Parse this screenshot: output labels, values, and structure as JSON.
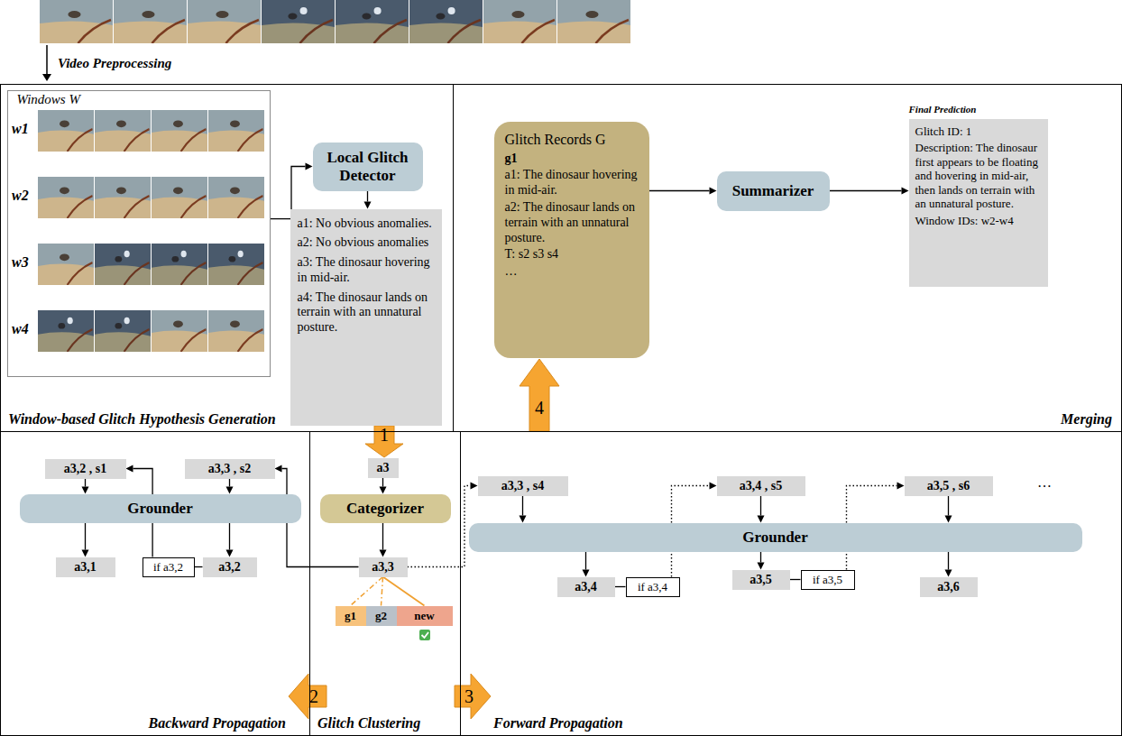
{
  "diagram": {
    "nodes": [
      {
        "text": [
          "Window-based Glitch Hypothesis Generation"
        ]
      },
      {
        "text": [
          "Windows W"
        ],
        "in": 0
      },
      {
        "text": [
          "Local Glitch Detector"
        ],
        "in": 0
      },
      {
        "text": [
          "a1: No obvious anomalies.",
          "a2: No obvious anomalies",
          "a3: The dinosaur hovering in mid-air.",
          "a4: The dinosaur lands on terrain with an unnatural posture."
        ],
        "in": 0
      },
      {
        "text": [
          "Merging"
        ]
      },
      {
        "text": [
          "Glitch Records G",
          "g1",
          "a1: The dinosaur hovering in mid-air.",
          "a2: The dinosaur lands on terrain with an unnatural posture.",
          "T: s2 s3 s4",
          "…"
        ],
        "in": 4
      },
      {
        "text": [
          "Summarizer"
        ],
        "in": 4
      },
      {
        "text": [
          "Final Prediction",
          "Glitch ID: 1",
          "Description: The dinosaur first appears to be floating and hovering in mid-air, then lands on terrain with an unnatural posture.",
          "Window IDs: w2-w4"
        ],
        "in": 4
      },
      {
        "text": [
          "Backward Propagation"
        ]
      },
      {
        "text": [
          "a3,2 , s1"
        ],
        "in": 8
      },
      {
        "text": [
          "a3,3 , s2"
        ],
        "in": 8
      },
      {
        "text": [
          "Grounder"
        ],
        "in": 8
      },
      {
        "text": [
          "a3,1"
        ],
        "in": 8
      },
      {
        "text": [
          "a3,2"
        ],
        "in": 8
      },
      {
        "text": [
          "if a3,2"
        ],
        "in": 8
      },
      {
        "text": [
          "Glitch Clustering"
        ]
      },
      {
        "text": [
          "a3"
        ],
        "in": 15
      },
      {
        "text": [
          "Categorizer"
        ],
        "in": 15
      },
      {
        "text": [
          "a3,3"
        ],
        "in": 15
      },
      {
        "text": [
          "g1"
        ],
        "in": 15
      },
      {
        "text": [
          "g2"
        ],
        "in": 15
      },
      {
        "text": [
          "new"
        ],
        "in": 15
      },
      {
        "text": [
          "Forward Propagation"
        ]
      },
      {
        "text": [
          "a3,3 , s4"
        ],
        "in": 22
      },
      {
        "text": [
          "a3,4 , s5"
        ],
        "in": 22
      },
      {
        "text": [
          "a3,5 , s6"
        ],
        "in": 22
      },
      {
        "text": [
          "Grounder"
        ],
        "in": 22
      },
      {
        "text": [
          "a3,4"
        ],
        "in": 22
      },
      {
        "text": [
          "if a3,4"
        ],
        "in": 22
      },
      {
        "text": [
          "a3,5"
        ],
        "in": 22
      },
      {
        "text": [
          "if a3,5"
        ],
        "in": 22
      },
      {
        "text": [
          "a3,6"
        ],
        "in": 22
      }
    ],
    "edges": [
      {
        "from": 1,
        "to": 2,
        "arrow": "to"
      },
      {
        "from": 2,
        "to": 3,
        "arrow": "to"
      },
      {
        "from": 5,
        "to": 6,
        "arrow": "to"
      },
      {
        "from": 6,
        "to": 7,
        "arrow": "to"
      },
      {
        "from": 10,
        "to": 11,
        "arrow": "to"
      },
      {
        "from": 9,
        "to": 11,
        "arrow": "to"
      },
      {
        "from": 11,
        "to": 12,
        "arrow": "to"
      },
      {
        "from": 11,
        "to": 13,
        "arrow": "to"
      },
      {
        "from": 13,
        "to": 14,
        "arrow": "none"
      },
      {
        "from": 14,
        "to": 9,
        "arrow": "to"
      },
      {
        "from": 16,
        "to": 17,
        "arrow": "to"
      },
      {
        "from": 17,
        "to": 18,
        "arrow": "to"
      },
      {
        "from": 18,
        "to": 19,
        "arrow": "none"
      },
      {
        "from": 18,
        "to": 20,
        "arrow": "none"
      },
      {
        "from": 18,
        "to": 21,
        "arrow": "none"
      },
      {
        "from": 18,
        "to": 10,
        "arrow": "to"
      },
      {
        "from": 18,
        "to": 23,
        "arrow": "to"
      },
      {
        "from": 23,
        "to": 26,
        "arrow": "to"
      },
      {
        "from": 26,
        "to": 27,
        "arrow": "to"
      },
      {
        "from": 27,
        "to": 28,
        "arrow": "none"
      },
      {
        "from": 28,
        "to": 24,
        "arrow": "to"
      },
      {
        "from": 24,
        "to": 26,
        "arrow": "to"
      },
      {
        "from": 26,
        "to": 29,
        "arrow": "to"
      },
      {
        "from": 29,
        "to": 30,
        "arrow": "none"
      },
      {
        "from": 30,
        "to": 25,
        "arrow": "to"
      },
      {
        "from": 25,
        "to": 26,
        "arrow": "to"
      },
      {
        "from": 26,
        "to": 31,
        "arrow": "to"
      }
    ],
    "labels": [
      "Video Preprocessing",
      "w1",
      "w2",
      "w3",
      "w4",
      "1",
      "2",
      "3",
      "4",
      "…"
    ]
  }
}
